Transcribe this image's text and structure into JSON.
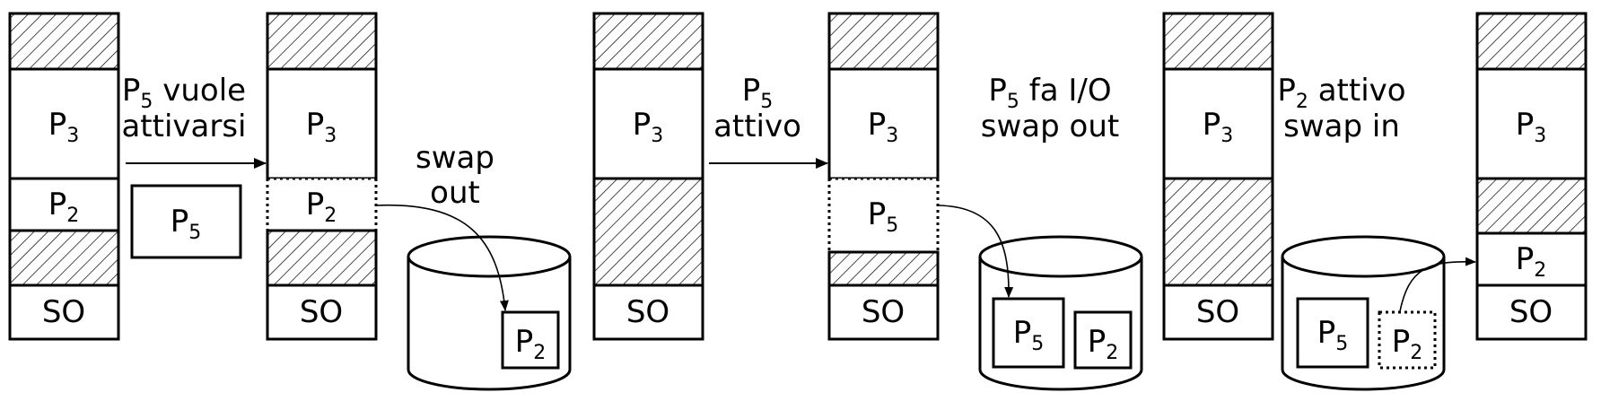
{
  "labels": {
    "p3": "P",
    "p2": "P",
    "p5": "P",
    "so": "SO",
    "sub3": "3",
    "sub2": "2",
    "sub5": "5"
  },
  "captions": {
    "c1_p": "P",
    "c1_sub": "5",
    "c1_rest": " vuole",
    "c1_line2": "attivarsi",
    "swap_out_1": "swap",
    "swap_out_2": "out",
    "c2_p": "P",
    "c2_sub": "5",
    "c2_line2": "attivo",
    "c3_p": "P",
    "c3_sub": "5",
    "c3_rest": " fa I/O",
    "c3_line2": "swap out",
    "c4_p": "P",
    "c4_sub": "2",
    "c4_rest": " attivo",
    "c4_line2": "swap in"
  }
}
